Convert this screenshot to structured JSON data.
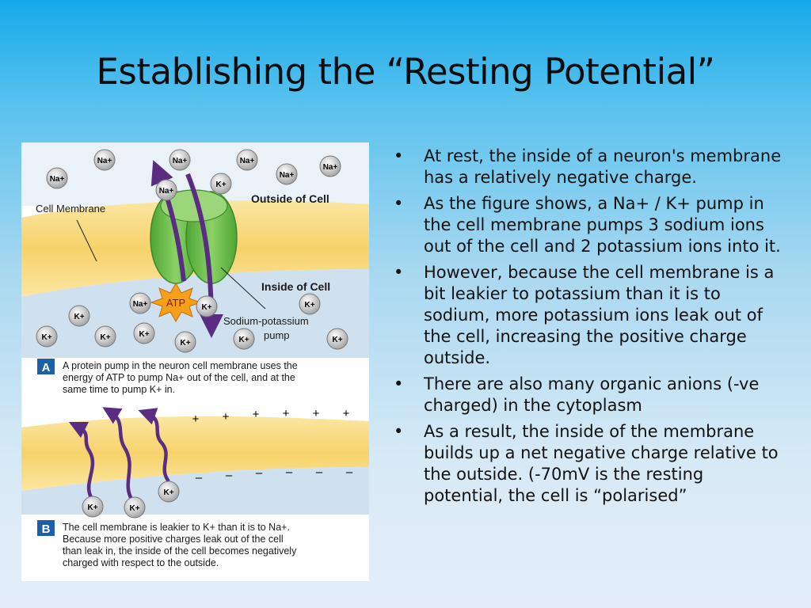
{
  "slide": {
    "title": "Establishing the “Resting Potential”"
  },
  "figure": {
    "panel_a": {
      "letter": "A",
      "label_outside": "Outside of Cell",
      "label_inside": "Inside of Cell",
      "label_membrane": "Cell Membrane",
      "label_pump_1": "Sodium-potassium",
      "label_pump_2": "pump",
      "label_atp": "ATP",
      "ion_na": "Na+",
      "ion_k": "K+",
      "caption": [
        "A protein pump in the neuron cell membrane uses the",
        "energy of ATP to pump Na+ out of the cell, and at the",
        "same time to pump K+ in."
      ]
    },
    "panel_b": {
      "letter": "B",
      "plus": "+",
      "minus": "–",
      "ion_k": "K+",
      "caption": [
        "The cell membrane is leakier to K+ than it is to Na+.",
        "Because more positive charges leak out of the cell",
        "than leak in, the inside of the cell becomes negatively",
        "charged with respect to the outside."
      ]
    },
    "colors": {
      "membrane": "#f7d97a",
      "pump": "#6cc04a",
      "arrow": "#5b2d82",
      "inside": "#c9dced",
      "ion": "#c8c8c8",
      "atp": "#f6a01a",
      "caption_box": "#1c5fa8"
    }
  },
  "bullets": [
    {
      "marker": "•",
      "text": "At rest, the inside of a neuron's membrane has a relatively negative charge."
    },
    {
      "marker": "•",
      "text": "As the figure shows, a Na+ / K+ pump in the cell membrane pumps 3 sodium ions out of the cell and 2 potassium ions into it."
    },
    {
      "marker": "•",
      "text": "However, because the cell membrane is a bit leakier to potassium than it is to sodium, more potassium ions leak out of the cell, increasing the positive charge outside."
    },
    {
      "marker": "•",
      "text": "There are also many organic anions (-ve charged) in the cytoplasm"
    },
    {
      "marker": "•",
      "text": "As a result, the inside of the membrane builds up a net negative charge relative to the outside. (-70mV is the resting potential, the cell is “polarised”"
    }
  ]
}
